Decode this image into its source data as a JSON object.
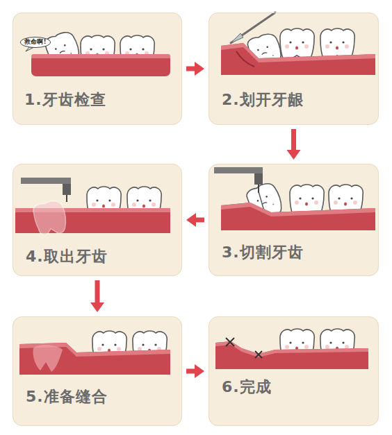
{
  "diagram": {
    "nodes": [
      {
        "text": [
          "1.牙齿检查"
        ]
      },
      {
        "text": [
          "救命啊!"
        ],
        "in": 0
      },
      {
        "text": [
          "2.划开牙龈"
        ]
      },
      {
        "text": [
          "3.切割牙齿"
        ]
      },
      {
        "text": [
          "4.取出牙齿"
        ]
      },
      {
        "text": [
          "5.准备缝合"
        ]
      },
      {
        "text": [
          "6.完成"
        ]
      }
    ],
    "edges": [
      {
        "from": 0,
        "to": 2,
        "arrow": "to"
      },
      {
        "from": 2,
        "to": 3,
        "arrow": "to"
      },
      {
        "from": 3,
        "to": 4,
        "arrow": "to"
      },
      {
        "from": 4,
        "to": 5,
        "arrow": "to"
      },
      {
        "from": 5,
        "to": 6,
        "arrow": "to"
      }
    ]
  }
}
